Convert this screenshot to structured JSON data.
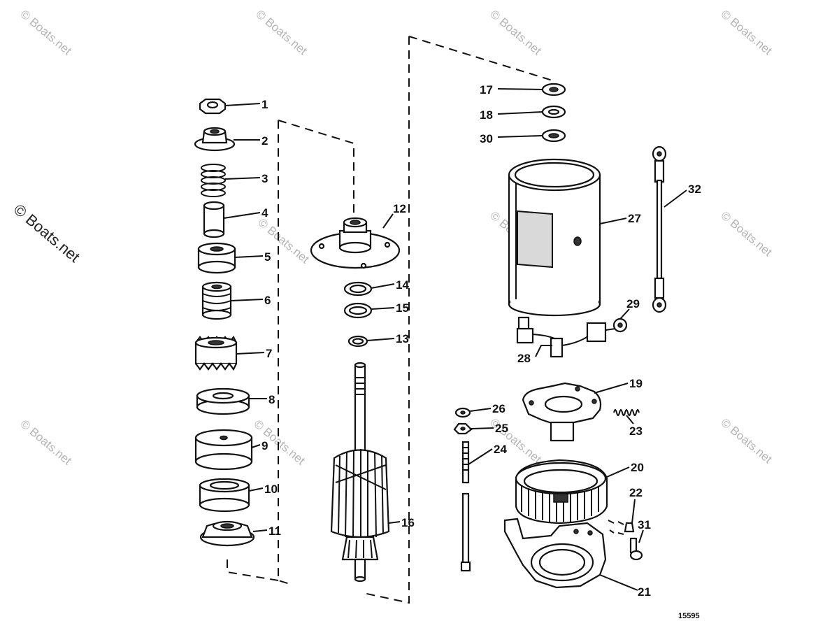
{
  "watermark": {
    "text": "© Boats.net",
    "main_text": "© Boats.net"
  },
  "diagram_code": "15595",
  "callouts": [
    "1",
    "2",
    "3",
    "4",
    "5",
    "6",
    "7",
    "8",
    "9",
    "10",
    "11",
    "12",
    "13",
    "14",
    "15",
    "16",
    "17",
    "18",
    "19",
    "20",
    "21",
    "22",
    "23",
    "24",
    "25",
    "26",
    "27",
    "28",
    "29",
    "30",
    "31",
    "32"
  ],
  "colors": {
    "ink": "#111111",
    "watermark": "#b5b5b5",
    "background": "#ffffff"
  }
}
